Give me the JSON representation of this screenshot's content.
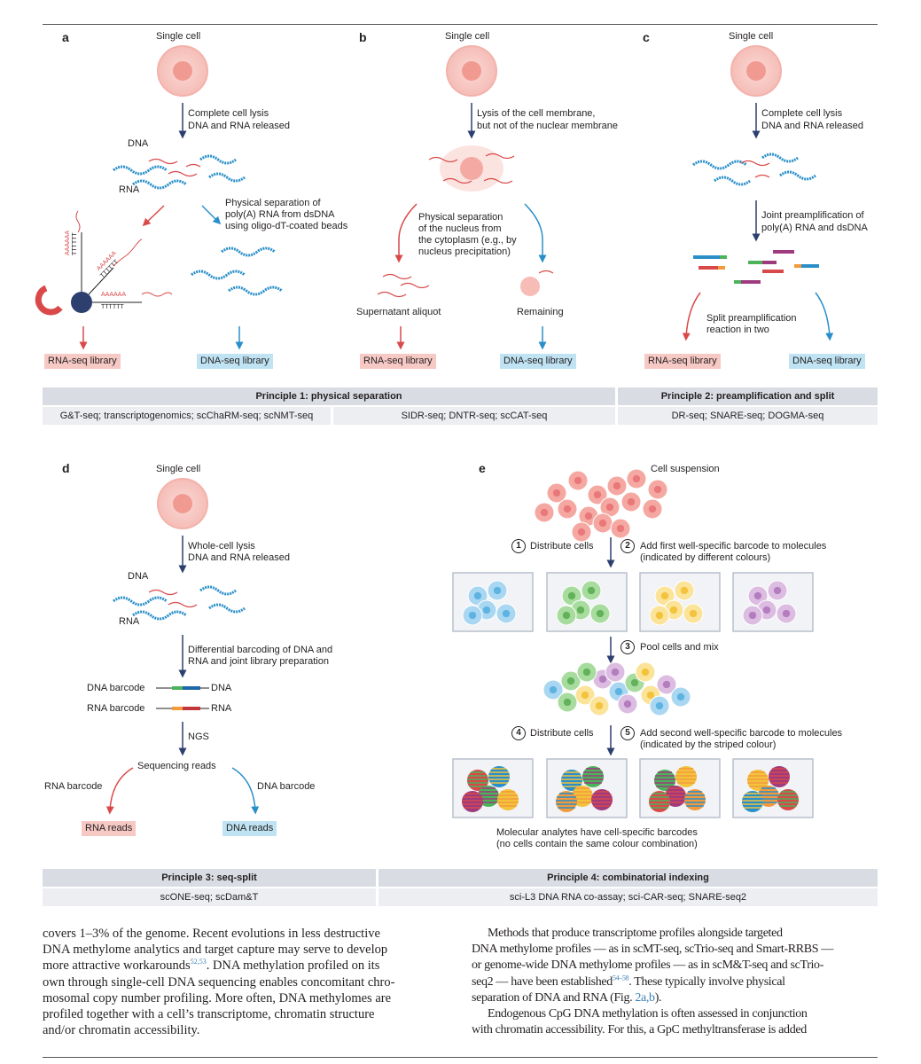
{
  "panels": {
    "a": {
      "letter": "a",
      "title": "Single cell",
      "step1": [
        "Complete cell lysis",
        "DNA and RNA released"
      ],
      "dna": "DNA",
      "rna": "RNA",
      "step2": [
        "Physical separation of",
        "poly(A) RNA from dsDNA",
        "using oligo-dT-coated beads"
      ],
      "polyA": "AAAAAA",
      "polyT": "TTTTTT",
      "rna_lib": "RNA-seq library",
      "dna_lib": "DNA-seq library"
    },
    "b": {
      "letter": "b",
      "title": "Single cell",
      "step1": [
        "Lysis of the cell membrane,",
        "but not of the nuclear membrane"
      ],
      "step2": [
        "Physical separation",
        "of the  nucleus from",
        "the cytoplasm (e.g., by",
        "nucleus precipitation)"
      ],
      "left_label": "Supernatant aliquot",
      "right_label": "Remaining",
      "rna_lib": "RNA-seq library",
      "dna_lib": "DNA-seq library"
    },
    "c": {
      "letter": "c",
      "title": "Single cell",
      "step1": [
        "Complete cell lysis",
        "DNA and RNA released"
      ],
      "step2": [
        "Joint preamplification of",
        "poly(A) RNA and dsDNA"
      ],
      "step3": [
        "Split preamplification",
        "reaction in two"
      ],
      "rna_lib": "RNA-seq library",
      "dna_lib": "DNA-seq library"
    },
    "d": {
      "letter": "d",
      "title": "Single cell",
      "step1": [
        "Whole-cell lysis",
        "DNA and RNA released"
      ],
      "dna": "DNA",
      "rna": "RNA",
      "step2": [
        "Differential barcoding of DNA and",
        "RNA and joint library preparation"
      ],
      "dna_barcode": "DNA barcode",
      "rna_barcode": "RNA barcode",
      "dna_short": "DNA",
      "rna_short": "RNA",
      "ngs": "NGS",
      "seq_reads": "Sequencing reads",
      "left_branch": "RNA barcode",
      "right_branch": "DNA barcode",
      "rna_reads": "RNA reads",
      "dna_reads": "DNA reads"
    },
    "e": {
      "letter": "e",
      "title": "Cell suspension",
      "s1_num": "1",
      "s1": "Distribute cells",
      "s2_num": "2",
      "s2": [
        "Add first well-specific barcode to molecules",
        "(indicated by different colours)"
      ],
      "s3_num": "3",
      "s3": "Pool cells and mix",
      "s4_num": "4",
      "s4": "Distribute cells",
      "s5_num": "5",
      "s5": [
        "Add second well-specific barcode to molecules",
        "(indicated by the striped colour)"
      ],
      "caption": [
        "Molecular analytes have cell-specific barcodes",
        "(no cells contain the same colour combination)"
      ]
    }
  },
  "table1": {
    "p1_head": "Principle 1: physical separation",
    "p2_head": "Principle 2: preamplification and split",
    "cell_a": "G&T-seq; transcriptogenomics; scChaRM-seq; scNMT-seq",
    "cell_b": "SIDR-seq; DNTR-seq; scCAT-seq",
    "cell_c": "DR-seq; SNARE-seq; DOGMA-seq"
  },
  "table2": {
    "p3_head": "Principle 3: seq-split",
    "p4_head": "Principle 4: combinatorial indexing",
    "cell_d": "scONE-seq; scDam&T",
    "cell_e": "sci-L3 DNA RNA co-assay; sci-CAR-seq; SNARE-seq2"
  },
  "body_text": {
    "left": {
      "l1": "covers 1–3% of the genome. Recent evolutions in less destructive",
      "l2": "DNA methylome analytics and target capture may serve to develop",
      "l3a": "more attractive workarounds",
      "l3sup": "52,53",
      "l3b": ". DNA methylation profiled on its",
      "l4": "own through single-cell DNA sequencing enables concomitant chro-",
      "l5": "mosomal copy number profiling. More often, DNA methylomes are",
      "l6": "profiled together with a cell’s transcriptome, chromatin structure",
      "l7": "and/or chromatin accessibility."
    },
    "right": {
      "l1": "Methods that produce transcriptome profiles alongside targeted",
      "l2": "DNA methylome profiles — as in scMT-seq, scTrio-seq and Smart-RRBS —",
      "l3": "or genome-wide DNA methylome profiles — as in scM&T-seq and scTrio-",
      "l4a": "seq2 — have been established",
      "l4sup": "54–58",
      "l4b": ". These typically involve physical",
      "l5a": "separation of DNA and RNA (Fig. ",
      "l5ref": "2a,b",
      "l5b": ").",
      "l6": "Endogenous CpG DNA methylation is often assessed in conjunction",
      "l7": "with chromatin accessibility. For this, a GpC methyltransferase is added"
    }
  },
  "colors": {
    "cell_outer": "#f7c7c2",
    "cell_inner": "#f19a92",
    "rna_red": "#d9494a",
    "dna_blue": "#2a8fc9",
    "arrow_dark": "#2d3f6e",
    "table_head": "#d9dce3",
    "table_cell": "#eceef2"
  }
}
